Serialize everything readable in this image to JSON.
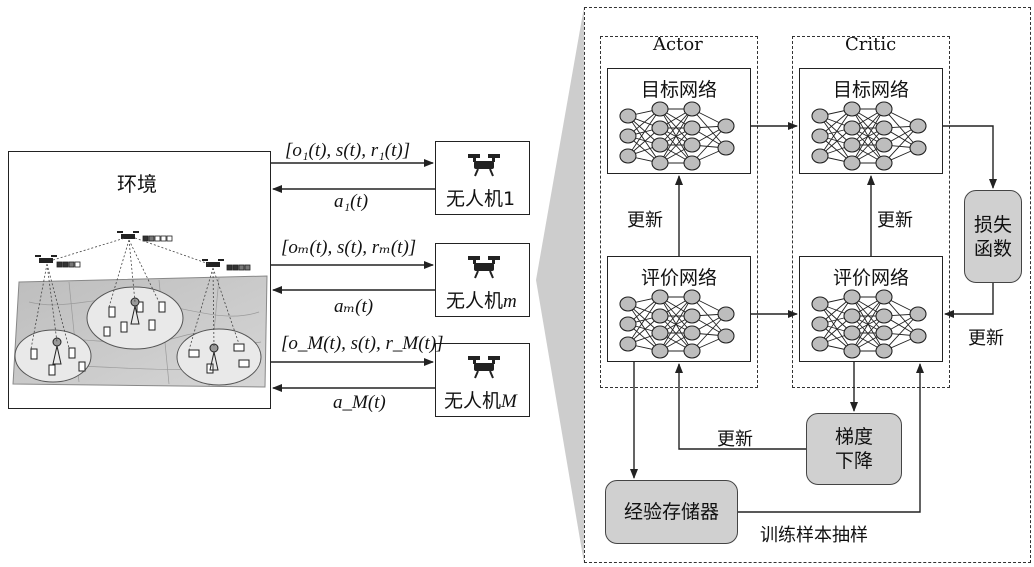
{
  "environment": {
    "title": "环境"
  },
  "uav_labels": [
    "无人机1",
    "无人机",
    "无人机"
  ],
  "uav_suffixes": [
    "",
    "m",
    "M"
  ],
  "messages": {
    "obs_1": "[o₁(t), s(t), r₁(t)]",
    "act_1": "a₁(t)",
    "obs_m": "[oₘ(t), s(t), rₘ(t)]",
    "act_m": "aₘ(t)",
    "obs_M": "[o_M(t), s(t), r_M(t)]",
    "act_M": "a_M(t)"
  },
  "actor": {
    "title": "Actor",
    "target_net": "目标网络",
    "eval_net": "评价网络",
    "update": "更新"
  },
  "critic": {
    "title": "Critic",
    "target_net": "目标网络",
    "eval_net": "评价网络",
    "update": "更新"
  },
  "loss": {
    "label_line1": "损失",
    "label_line2": "函数",
    "update": "更新"
  },
  "gradient": {
    "label_line1": "梯度",
    "label_line2": "下降",
    "update": "更新"
  },
  "memory": {
    "label": "经验存储器",
    "sampling": "训练样本抽样"
  },
  "colors": {
    "gray_box": "#d0d0d0",
    "node": "#bdbdbd",
    "line": "#222222"
  }
}
